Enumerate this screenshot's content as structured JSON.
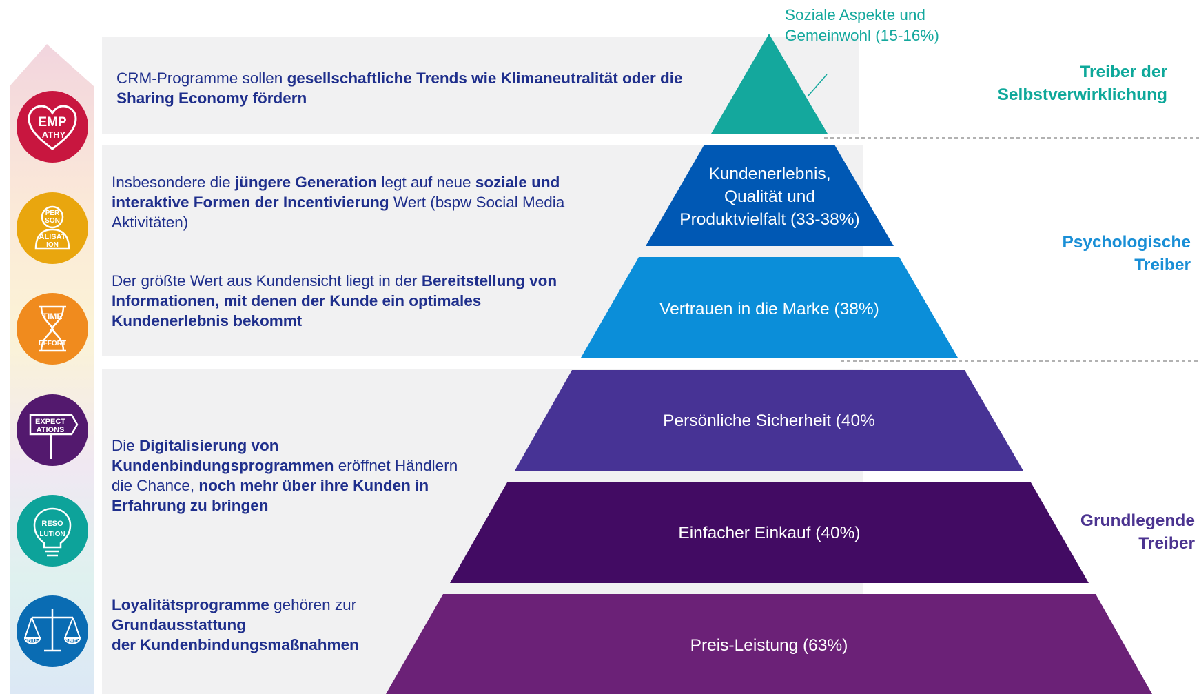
{
  "colors": {
    "panel_bg": "#f1f1f2",
    "text_blue": "#1f2f8c",
    "teal": "#14a89d",
    "blue_dark": "#0058b4",
    "blue_light": "#0b8ed9",
    "purple": "#473395",
    "purple_dark": "#420b63",
    "violet": "#6b2177",
    "driver_teal": "#0ea89a",
    "driver_blue": "#1a8fd6",
    "driver_purple": "#4b3390",
    "divider": "#999999"
  },
  "callout": {
    "line1": "Soziale Aspekte und",
    "line2": "Gemeinwohl (15-16%)"
  },
  "pyramid": {
    "level1": {
      "line1": "Kundenerlebnis,",
      "line2": "Qualität und",
      "line3": "Produktvielfalt (33-38%)"
    },
    "level2": "Vertrauen in die Marke (38%)",
    "level3": "Persönliche Sicherheit (40%",
    "level4": "Einfacher Einkauf (40%)",
    "level5": "Preis-Leistung (63%)"
  },
  "drivers": {
    "self": {
      "line1": "Treiber der",
      "line2": "Selbstverwirklichung"
    },
    "psych": {
      "line1": "Psychologische",
      "line2": "Treiber"
    },
    "basic": {
      "line1": "Grundlegende",
      "line2": "Treiber"
    }
  },
  "panels": {
    "p1": {
      "a": "CRM-Programme sollen ",
      "b": "gesellschaftliche Trends wie Klimaneutralität oder die",
      "c": "Sharing Economy fördern"
    },
    "p2": {
      "a": "Insbesondere die ",
      "b": "jüngere Generation",
      "c": " legt auf neue ",
      "d": "soziale und",
      "e": "interaktive Formen der Incentivierung",
      "f": " Wert (bspw Social Media",
      "g": "Aktivitäten)"
    },
    "p3": {
      "a": "Der größte Wert aus Kundensicht liegt in der ",
      "b": "Bereitstellung von",
      "c": "Informationen, mit denen der Kunde ein optimales",
      "d": "Kundenerlebnis bekommt"
    },
    "p4": {
      "a": "Die ",
      "b": "Digitalisierung von",
      "c": "Kundenbindungsprogrammen",
      "d": " eröffnet Händlern",
      "e": "die Chance, ",
      "f": "noch mehr über ihre Kunden in",
      "g": "Erfahrung zu bringen"
    },
    "p5": {
      "a": "Loyalitätsprogramme",
      "b": " gehören zur",
      "c": "Grundausstattung",
      "d": "der Kundenbindungsmaßnahmen"
    }
  },
  "icons": {
    "i1": {
      "name": "empathy-icon",
      "color": "#c8163f",
      "t1": "EMP",
      "t2": "ATHY"
    },
    "i2": {
      "name": "personalisation-icon",
      "color": "#e9a60e",
      "t1": "PER",
      "t2": "SON",
      "t3": "ALISAT",
      "t4": "ION"
    },
    "i3": {
      "name": "time-effort-icon",
      "color": "#f08b1e",
      "t1": "TIME",
      "t2": "&",
      "t3": "EFFORT"
    },
    "i4": {
      "name": "expectations-icon",
      "color": "#53196e",
      "t1": "EXPECT",
      "t2": "ATIONS"
    },
    "i5": {
      "name": "resolution-icon",
      "color": "#0da39a",
      "t1": "RESO",
      "t2": "LUTION"
    },
    "i6": {
      "name": "integrity-icon",
      "color": "#0a6cb3",
      "t1": "INTE",
      "t2": "GRITY"
    }
  }
}
